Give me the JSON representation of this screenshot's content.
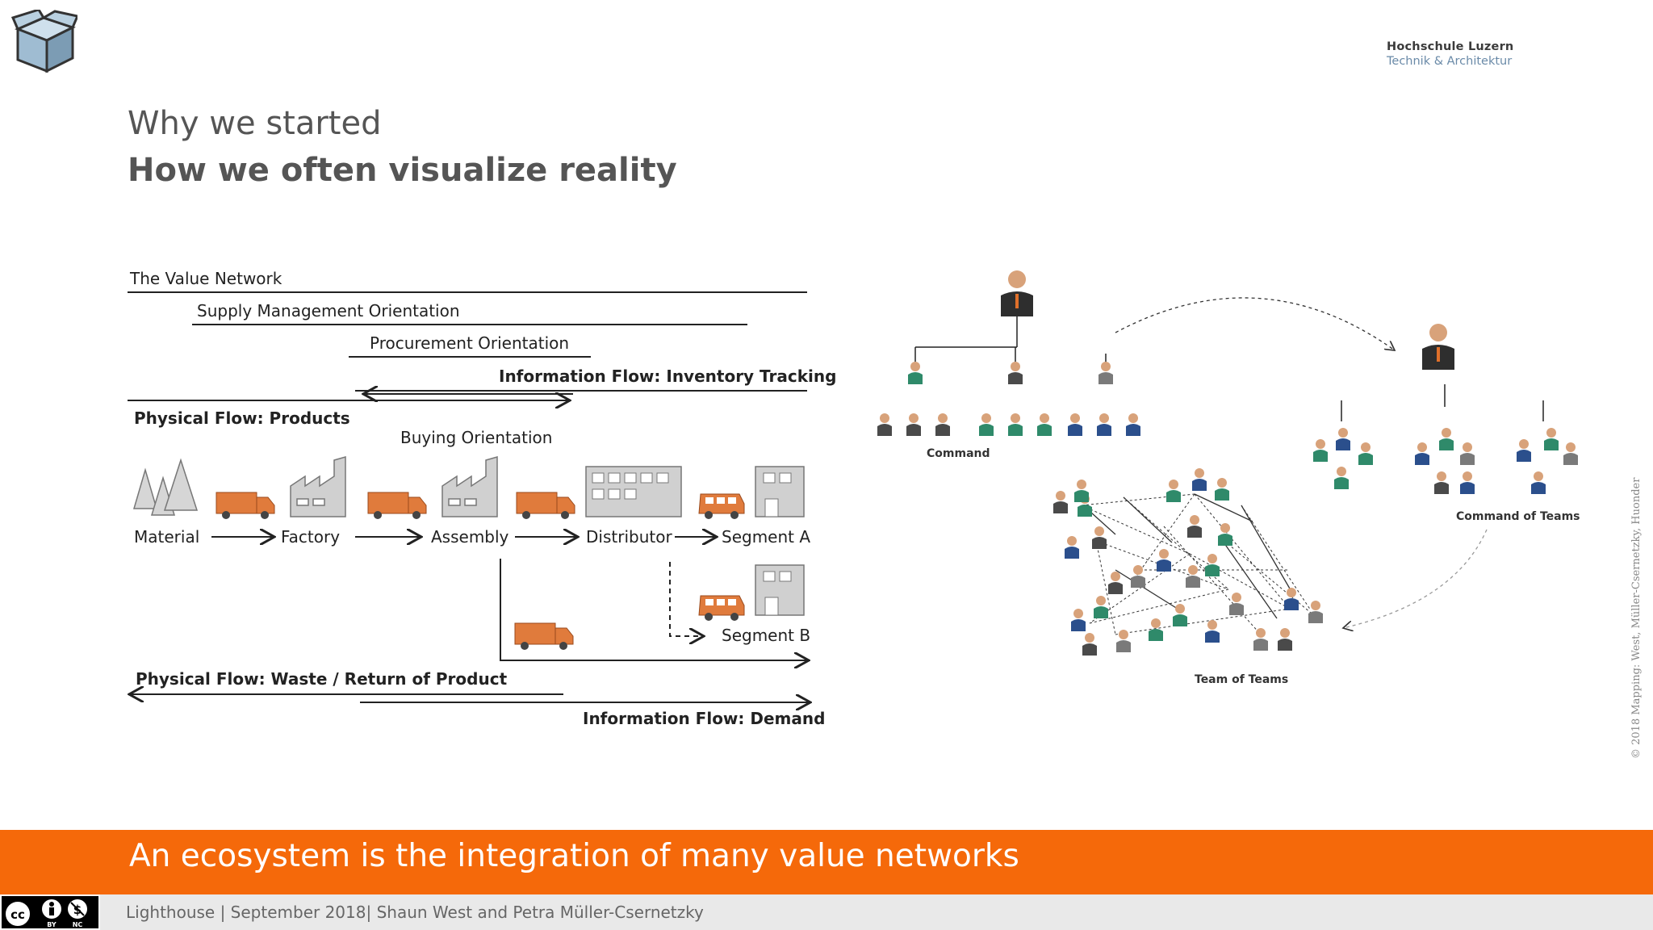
{
  "header": {
    "institution_name": "Hochschule Luzern",
    "institution_sub": "Technik & Architektur",
    "logo_icon": "open-box-icon"
  },
  "slide": {
    "title_line1": "Why we started",
    "title_line2": "How we often visualize reality"
  },
  "value_network": {
    "bands": [
      "The Value Network",
      "Supply Management Orientation",
      "Procurement Orientation"
    ],
    "info_flow_inventory": "Information Flow: Inventory Tracking",
    "physical_flow_products": "Physical Flow: Products",
    "buying_orientation": "Buying Orientation",
    "nodes": [
      "Material",
      "Factory",
      "Assembly",
      "Distributor",
      "Segment A",
      "Segment B"
    ],
    "physical_flow_waste": "Physical Flow: Waste / Return of Product",
    "info_flow_demand": "Information Flow: Demand",
    "accent_color": "#e07b3c"
  },
  "org_diagram": {
    "labels": {
      "command": "Command",
      "command_of_teams": "Command of Teams",
      "team_of_teams": "Team of Teams"
    }
  },
  "credit": "© 2018 Mapping: West, Müller-Csernetzky, Huonder",
  "banner": {
    "text": "An ecosystem is the integration of many value networks",
    "color": "#f5690a"
  },
  "footer": {
    "text": "Lighthouse | September 2018| Shaun West and Petra Müller-Csernetzky",
    "license_icon": "cc-by-nc-icon"
  }
}
